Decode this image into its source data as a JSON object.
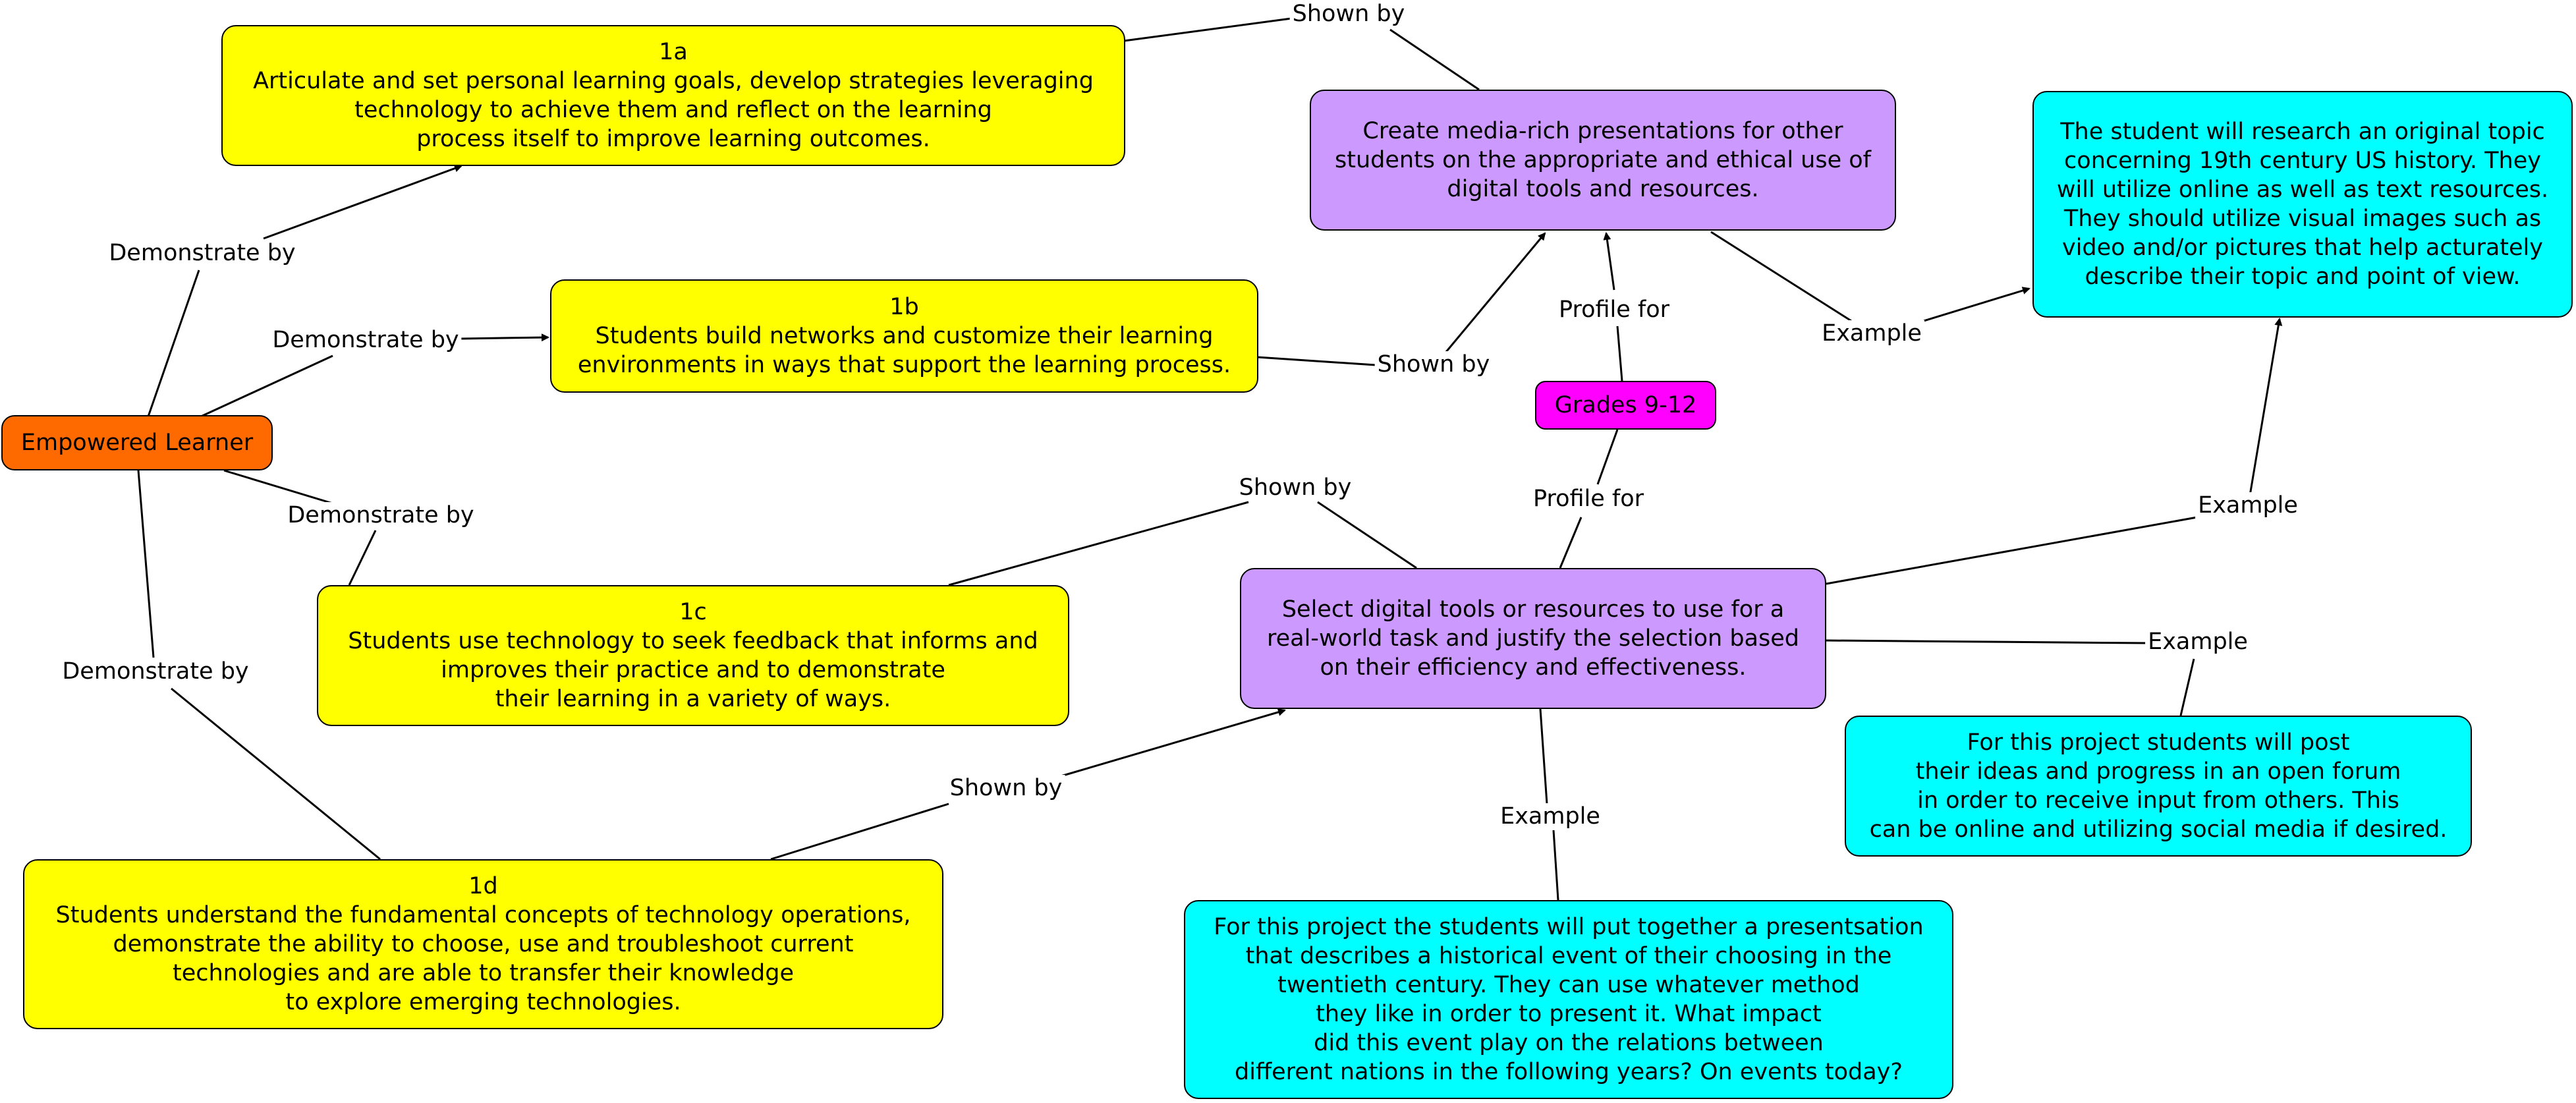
{
  "colors": {
    "root": "#FF6A00",
    "standard": "#FFFF00",
    "task": "#CC99FF",
    "grade": "#FF00FF",
    "example": "#00FFFF",
    "line": "#000000"
  },
  "nodes": {
    "root": "Empowered Learner",
    "s1a": {
      "title": "1a",
      "text": "Articulate and set personal learning goals, develop strategies leveraging\ntechnology to achieve them and reflect on the learning\nprocess itself to improve learning outcomes."
    },
    "s1b": {
      "title": "1b",
      "text": "Students build networks and customize their learning\nenvironments in ways that support the learning process."
    },
    "s1c": {
      "title": "1c",
      "text": "Students use technology to seek feedback that informs and\nimproves their practice and to demonstrate\ntheir learning in a variety of ways."
    },
    "s1d": {
      "title": "1d",
      "text": "Students understand the fundamental concepts of technology operations,\ndemonstrate the ability to choose, use and troubleshoot current\ntechnologies and are able to transfer their knowledge\nto explore emerging technologies."
    },
    "task1": "Create media-rich presentations for other\nstudents on the appropriate and ethical use of\ndigital tools and resources.",
    "task2": "Select digital tools or resources to use for a\nreal-world task and justify the selection based\non their efficiency and effectiveness.",
    "grade": "Grades 9-12",
    "ex1": "The student will research an original topic\nconcerning 19th century US history. They\nwill utilize online as well as text resources.\nThey should utilize visual images such as\nvideo and/or pictures that help acturately\ndescribe their topic and point of view.",
    "ex2": "For this project students will post\ntheir ideas and progress in an open forum\nin order to receive input from others. This\ncan be online and utilizing social media if desired.",
    "ex3": "For this project the students will put together a presentsation\nthat describes a historical event of their choosing in the\ntwentieth century. They can use whatever method\nthey like in order to present it.  What impact\ndid this event play on the relations between\ndifferent nations in the following years? On events today?"
  },
  "edge_labels": {
    "demo_1a": "Demonstrate by",
    "demo_1b": "Demonstrate by",
    "demo_1c": "Demonstrate by",
    "demo_1d": "Demonstrate by",
    "shown_1a": "Shown by",
    "shown_1b": "Shown by",
    "shown_1c": "Shown by",
    "shown_1d": "Shown by",
    "profile_task1": "Profile for",
    "profile_task2": "Profile for",
    "example_task1": "Example",
    "example_task2_ex1": "Example",
    "example_task2_ex2": "Example",
    "example_task2_ex3": "Example"
  }
}
